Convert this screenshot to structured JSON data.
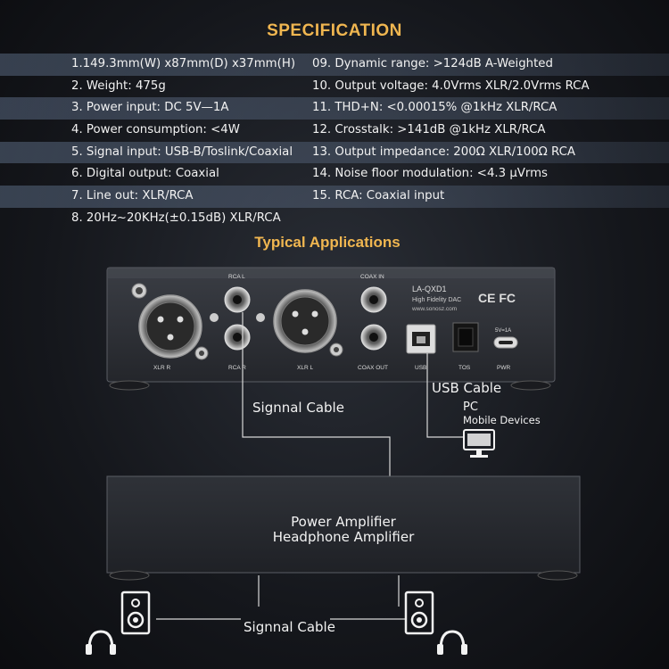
{
  "title": "SPECIFICATION",
  "specs_left": [
    "1.149.3mm(W) x87mm(D) x37mm(H)",
    "2. Weight: 475g",
    "3. Power input: DC 5V—1A",
    "4. Power consumption: <4W",
    "5. Signal input: USB-B/Toslink/Coaxial",
    "6. Digital output: Coaxial",
    "7. Line out: XLR/RCA",
    "8. 20Hz~20KHz(±0.15dB) XLR/RCA"
  ],
  "specs_right": [
    "09. Dynamic range: >124dB A-Weighted",
    "10. Output voltage: 4.0Vrms XLR/2.0Vrms RCA",
    "11. THD+N: <0.00015% @1kHz XLR/RCA",
    "12. Crosstalk: >141dB @1kHz XLR/RCA",
    "13. Output impedance: 200Ω XLR/100Ω RCA",
    "14. Noise floor modulation: <4.3 μVrms",
    "15. RCA: Coaxial input"
  ],
  "applications_title": "Typical Applications",
  "device": {
    "model": "LA-QXD1",
    "desc": "High Fidelity DAC",
    "site": "www.sonosz.com",
    "cert": "CE FC",
    "port_labels": {
      "xlr_r": "XLR R",
      "rca_l": "RCA L",
      "rca_r": "RCA R",
      "xlr_l": "XLR L",
      "coax_in": "COAX IN",
      "coax_out": "COAX OUT",
      "usb": "USB",
      "tos": "TOS",
      "pwr": "PWR",
      "pwr_rating": "5V=1A"
    }
  },
  "labels": {
    "usb_cable": "USB Cable",
    "pc": "PC",
    "mobile": "Mobile Devices",
    "signal_cable_top": "Signnal Cable",
    "amp_line1": "Power Amplifier",
    "amp_line2": "Headphone Amplifier",
    "signal_cable_bottom": "Signnal Cable"
  },
  "icons": [
    "monitor-icon",
    "speaker-icon",
    "headphone-icon"
  ]
}
